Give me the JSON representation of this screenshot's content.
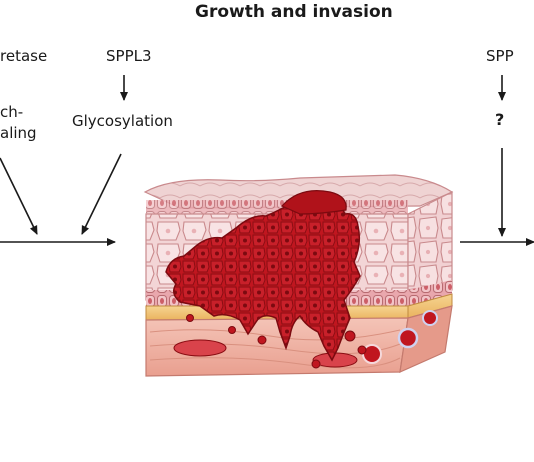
{
  "title": "Growth and invasion",
  "left_column": {
    "protease": "retase",
    "pathway_line1": "ch-",
    "pathway_line2": "aling"
  },
  "middle_column": {
    "protease": "SPPL3",
    "process": "Glycosylation"
  },
  "right_column": {
    "protease": "SPP",
    "process": "?"
  },
  "illustration": {
    "subject": "tissue-block-with-tumor",
    "colors": {
      "tumor": "#c0161f",
      "tumor_dark": "#8a0d13",
      "epithelium": "#f2cfd0",
      "epithelium_stroke": "#c98a8d",
      "dermis": "#f0b7a5",
      "fat_layer": "#f2c57a"
    }
  },
  "colors": {
    "text": "#1a1a1a",
    "arrow": "#1a1a1a",
    "background": "#ffffff"
  }
}
